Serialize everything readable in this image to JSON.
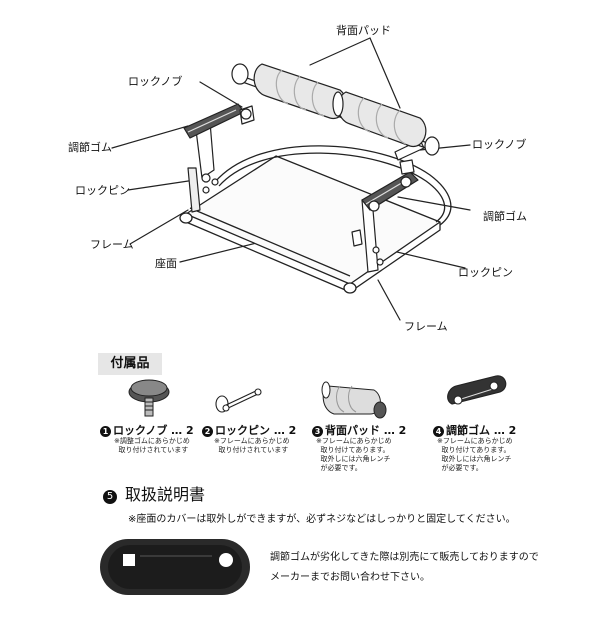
{
  "diagram": {
    "labels": {
      "back_pad": "背面パッド",
      "lock_knob_left": "ロックノブ",
      "lock_knob_right": "ロックノブ",
      "adj_rubber_left": "調節ゴム",
      "adj_rubber_right": "調節ゴム",
      "lock_pin_left": "ロックピン",
      "lock_pin_right": "ロックピン",
      "frame_left": "フレーム",
      "frame_right": "フレーム",
      "seat": "座面"
    }
  },
  "accessories": {
    "title": "付属品",
    "items": [
      {
        "num": "1",
        "name": "ロックノブ … 2",
        "note": "※調整ゴムにあらかじめ\n  取り付けされています"
      },
      {
        "num": "2",
        "name": "ロックピン … 2",
        "note": "※フレームにあらかじめ\n  取り付けされています"
      },
      {
        "num": "3",
        "name": "背面パッド … 2",
        "note": "※フレームにあらかじめ\n  取り付けてあります。\n  取外しには六角レンチ\n  が必要です。"
      },
      {
        "num": "4",
        "name": "調節ゴム … 2",
        "note": "※フレームにあらかじめ\n  取り付けてあります。\n  取外しには六角レンチ\n  が必要です。"
      }
    ]
  },
  "manual": {
    "num": "5",
    "title": "取扱説明書",
    "cover_note": "※座面のカバーは取外しができますが、必ずネジなどはしっかりと固定してください。",
    "replacement_note": "調節ゴムが劣化してきた際は別売にて販売しておりますので\nメーカーまでお問い合わせ下さい。"
  }
}
